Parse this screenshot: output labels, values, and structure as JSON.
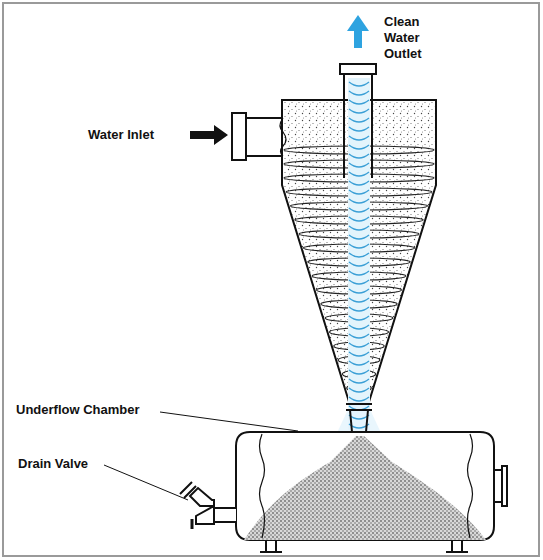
{
  "diagram": {
    "labels": [
      "Clean Water Outlet",
      "Water Inlet",
      "Underflow Chamber",
      "Drain Valve"
    ]
  }
}
